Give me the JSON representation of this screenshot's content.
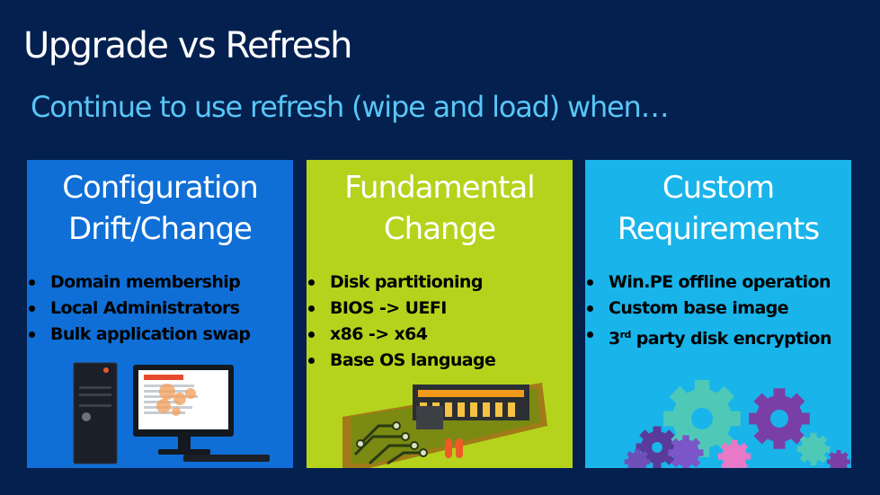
{
  "slide": {
    "title": "Upgrade vs Refresh",
    "subtitle": "Continue to use refresh (wipe and load) when…"
  },
  "panels": [
    {
      "title_line1": "Configuration",
      "title_line2": "Drift/Change",
      "bg_color": "#0f6fd6",
      "text_color": "#000000",
      "bullets": [
        "Domain membership",
        "Local Administrators",
        "Bulk application swap"
      ],
      "illustration": "computer-illustration"
    },
    {
      "title_line1": "Fundamental",
      "title_line2": "Change",
      "bg_color": "#b5d31d",
      "text_color": "#000000",
      "bullets": [
        "Disk partitioning",
        "BIOS -> UEFI",
        "x86 -> x64",
        "Base OS language"
      ],
      "illustration": "circuit-board-illustration"
    },
    {
      "title_line1": "Custom",
      "title_line2": "Requirements",
      "bg_color": "#19b4ea",
      "text_color": "#000000",
      "bullets": [
        "Win.PE offline operation",
        "Custom base image",
        "party disk encryption"
      ],
      "bullet3_prefix": "3",
      "bullet3_sup": "rd",
      "illustration": "gears-illustration"
    }
  ]
}
